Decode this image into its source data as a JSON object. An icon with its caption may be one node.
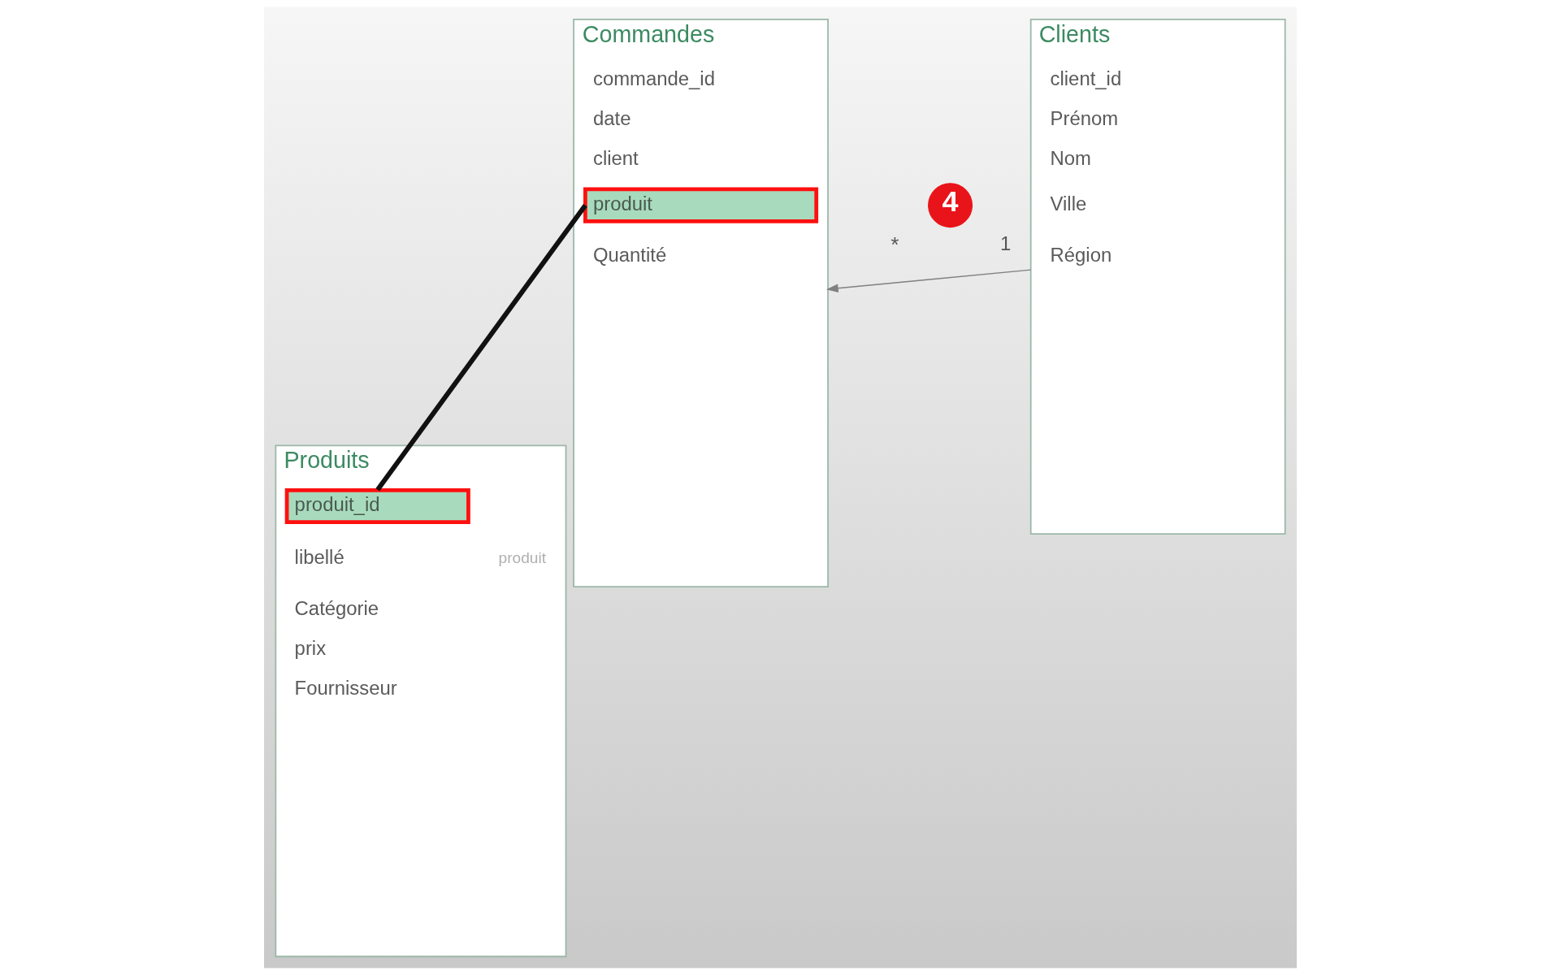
{
  "diagram": {
    "nodes": [
      {
        "text": [
          "Commandes"
        ]
      },
      {
        "text": [
          "commande_id"
        ],
        "in": 0
      },
      {
        "text": [
          "date"
        ],
        "in": 0
      },
      {
        "text": [
          "client"
        ],
        "in": 0
      },
      {
        "text": [
          "produit"
        ],
        "in": 0
      },
      {
        "text": [
          "Quantité"
        ],
        "in": 0
      },
      {
        "text": [
          "4"
        ]
      },
      {
        "text": [
          "Clients"
        ]
      },
      {
        "text": [
          "client_id"
        ],
        "in": 7
      },
      {
        "text": [
          "Prénom"
        ],
        "in": 7
      },
      {
        "text": [
          "Nom"
        ],
        "in": 7
      },
      {
        "text": [
          "Ville"
        ],
        "in": 7
      },
      {
        "text": [
          "Région"
        ],
        "in": 7
      },
      {
        "text": [
          "Produits"
        ]
      },
      {
        "text": [
          "produit_id"
        ],
        "in": 13
      },
      {
        "text": [
          "libellé"
        ],
        "in": 13
      },
      {
        "text": [
          "Catégorie"
        ],
        "in": 13
      },
      {
        "text": [
          "prix"
        ],
        "in": 13
      },
      {
        "text": [
          "Fournisseur"
        ],
        "in": 13
      }
    ],
    "edges": [
      {
        "from": 7,
        "to": 0,
        "arrow": "to",
        "color": "#808080"
      },
      {
        "from": 4,
        "to": 14,
        "arrow": "none",
        "style": "thick",
        "color": "#111111"
      }
    ],
    "labels": [
      "1",
      "*",
      "produit"
    ]
  }
}
